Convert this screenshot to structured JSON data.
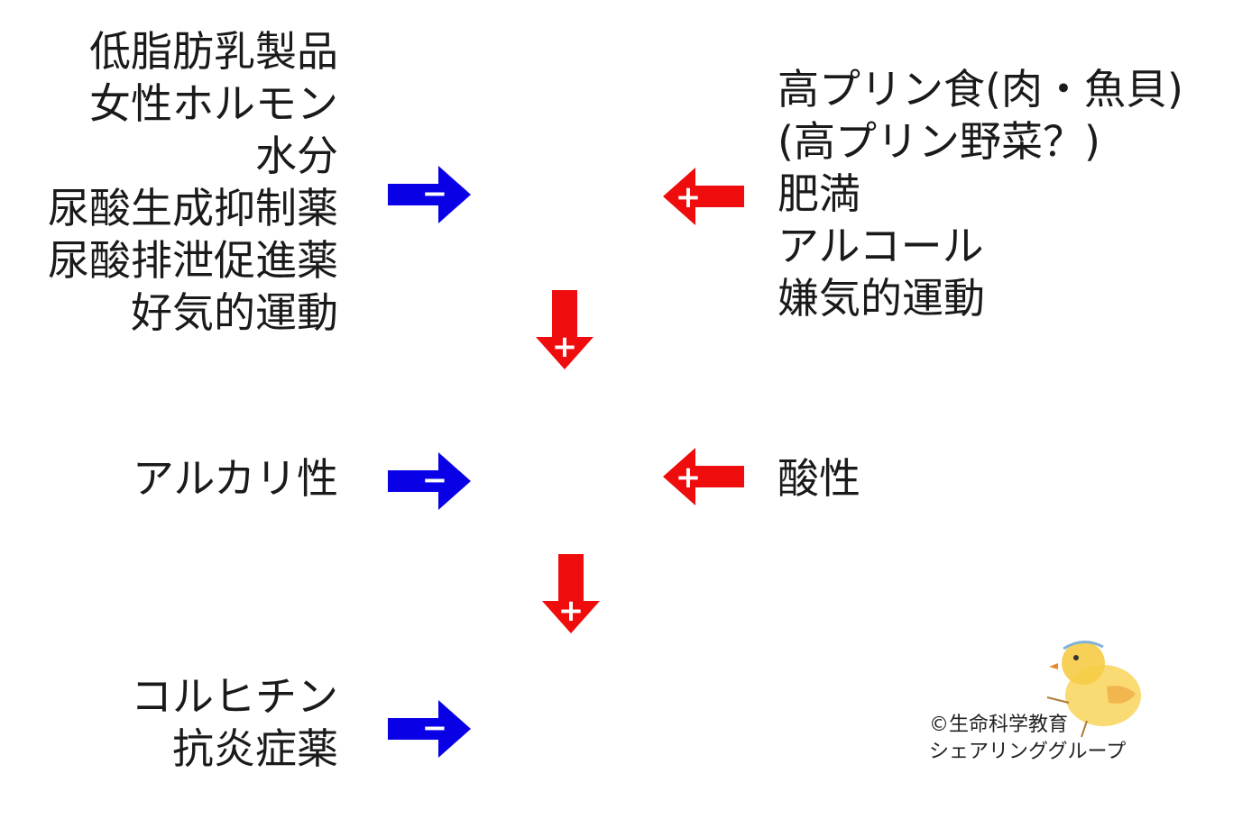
{
  "left_top": {
    "items": [
      "低脂肪乳製品",
      "女性ホルモン",
      "水分",
      "尿酸生成抑制薬",
      "尿酸排泄促進薬",
      "好気的運動"
    ]
  },
  "right_top": {
    "items": [
      "高プリン食(肉・魚貝)",
      "(高プリン野菜？)",
      "肥満",
      "アルコール",
      "嫌気的運動"
    ]
  },
  "left_middle": {
    "items": [
      "アルカリ性"
    ]
  },
  "right_middle": {
    "items": [
      "酸性"
    ]
  },
  "left_bottom": {
    "items": [
      "コルヒチン",
      "抗炎症薬"
    ]
  },
  "arrows": {
    "minus_sign": "−",
    "plus_sign": "+"
  },
  "credit": {
    "line1": "©生命科学教育",
    "line2": "シェアリンググループ"
  },
  "colors": {
    "inhibit": "#0a00e6",
    "promote": "#ee0c0c",
    "text": "#1a1a1a"
  }
}
